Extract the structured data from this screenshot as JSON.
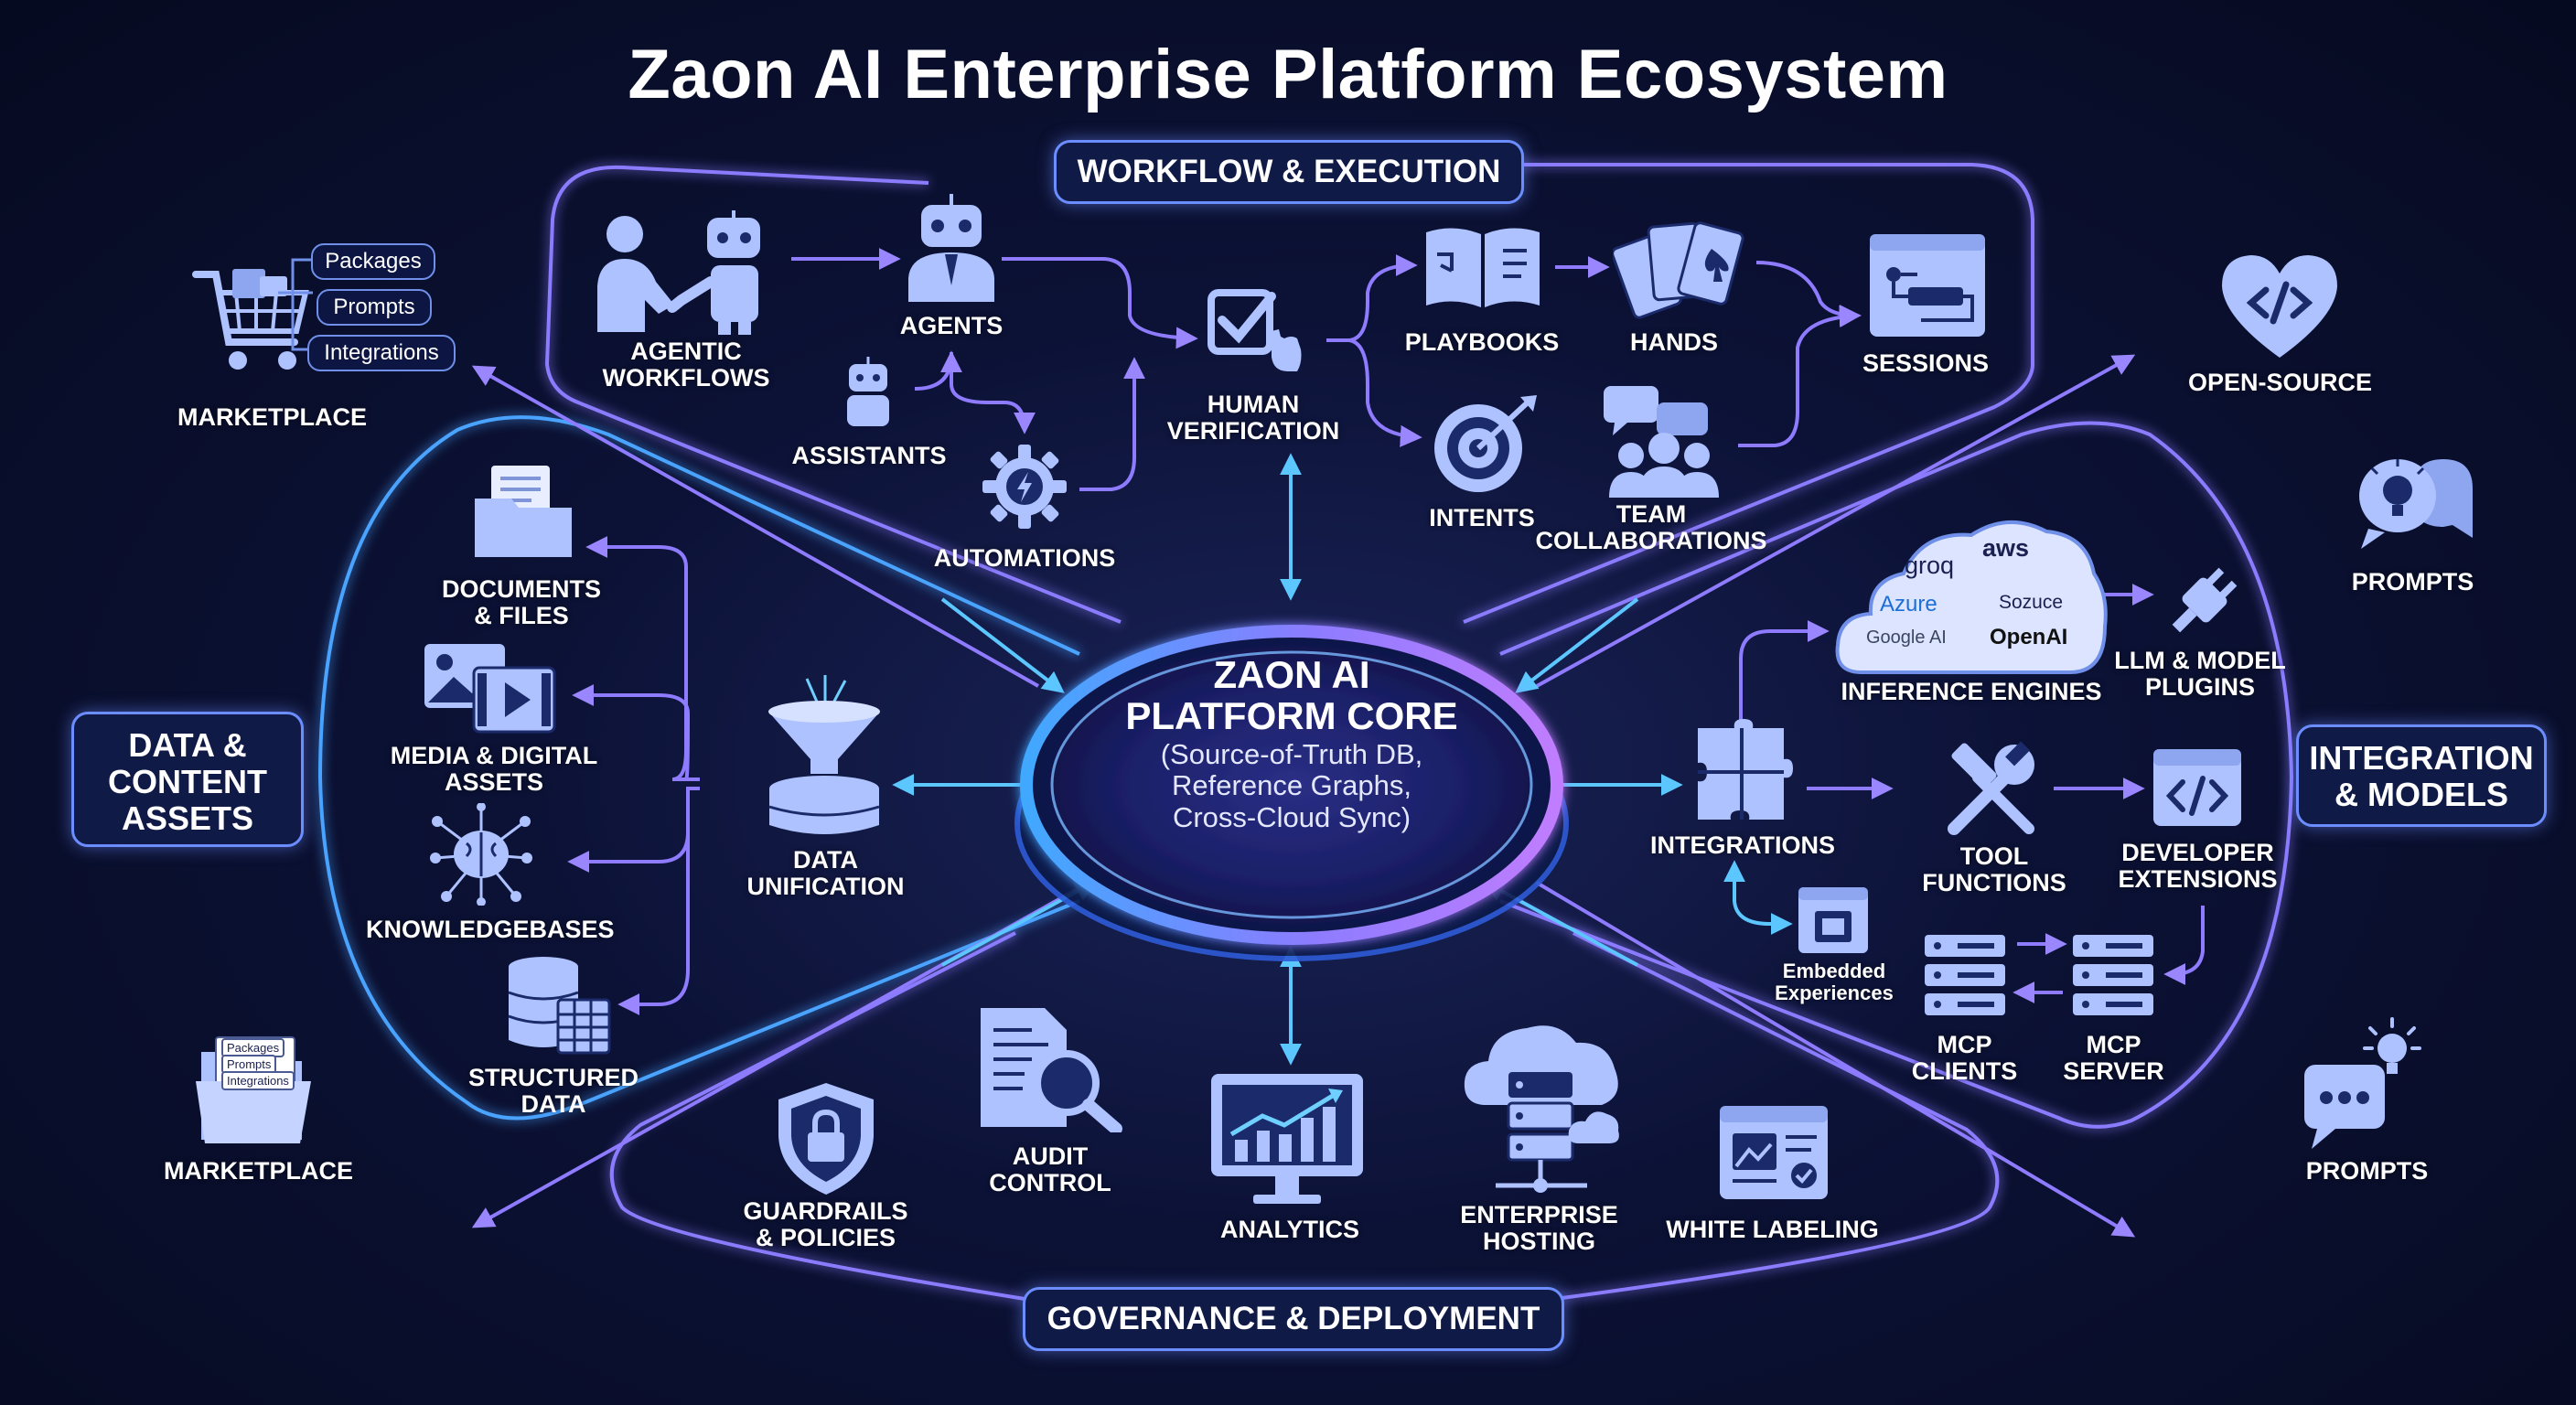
{
  "title": "Zaon AI Enterprise Platform Ecosystem",
  "core": {
    "heading": [
      "ZAON AI",
      "PLATFORM CORE"
    ],
    "details": [
      "(Source-of-Truth DB,",
      "Reference Graphs,",
      "Cross-Cloud Sync)"
    ]
  },
  "sections": {
    "workflow": "WORKFLOW & EXECUTION",
    "governance": "GOVERNANCE & DEPLOYMENT",
    "data": [
      "DATA &",
      "CONTENT",
      "ASSETS"
    ],
    "integration": [
      "INTEGRATION",
      "& MODELS"
    ]
  },
  "workflow_nodes": {
    "agentic": [
      "AGENTIC",
      "WORKFLOWS"
    ],
    "agents": "AGENTS",
    "assistants": "ASSISTANTS",
    "automations": "AUTOMATIONS",
    "human": [
      "HUMAN",
      "VERIFICATION"
    ],
    "playbooks": "PLAYBOOKS",
    "hands": "HANDS",
    "sessions": "SESSIONS",
    "intents": "INTENTS",
    "team": [
      "TEAM",
      "COLLABORATIONS"
    ]
  },
  "data_nodes": {
    "documents": [
      "DOCUMENTS",
      "& FILES"
    ],
    "media": [
      "MEDIA & DIGITAL",
      "ASSETS"
    ],
    "knowledge": "KNOWLEDGEBASES",
    "structured": [
      "STRUCTURED",
      "DATA"
    ],
    "unification": [
      "DATA",
      "UNIFICATION"
    ]
  },
  "integration_nodes": {
    "inference": "INFERENCE ENGINES",
    "brands": [
      "groq",
      "aws",
      "Azure",
      "Sozuce",
      "Google AI",
      "OpenAI"
    ],
    "plugins": [
      "LLM & MODEL",
      "PLUGINS"
    ],
    "integrations": "INTEGRATIONS",
    "tools": [
      "TOOL",
      "FUNCTIONS"
    ],
    "devext": [
      "DEVELOPER",
      "EXTENSIONS"
    ],
    "embedded": [
      "Embedded",
      "Experiences"
    ],
    "mcp_clients": [
      "MCP",
      "CLIENTS"
    ],
    "mcp_server": [
      "MCP",
      "SERVER"
    ]
  },
  "governance_nodes": {
    "guardrails": [
      "GUARDRAILS",
      "& POLICIES"
    ],
    "audit": [
      "AUDIT",
      "CONTROL"
    ],
    "analytics": "ANALYTICS",
    "hosting": [
      "ENTERPRISE",
      "HOSTING"
    ],
    "white": "WHITE LABELING"
  },
  "outer": {
    "marketplace_top": "MARKETPLACE",
    "marketplace_top_items": [
      "Packages",
      "Prompts",
      "Integrations"
    ],
    "marketplace_bottom": "MARKETPLACE",
    "marketplace_bottom_items": [
      "Packages",
      "Prompts",
      "Integrations"
    ],
    "open_source": "OPEN-SOURCE",
    "prompts_top": "PROMPTS",
    "prompts_bottom": "PROMPTS"
  },
  "colors": {
    "background": "#0a0f2c",
    "accent_blue": "#4fc3f7",
    "accent_violet": "#8f7dff",
    "icon_fill": "#aec2ff"
  }
}
